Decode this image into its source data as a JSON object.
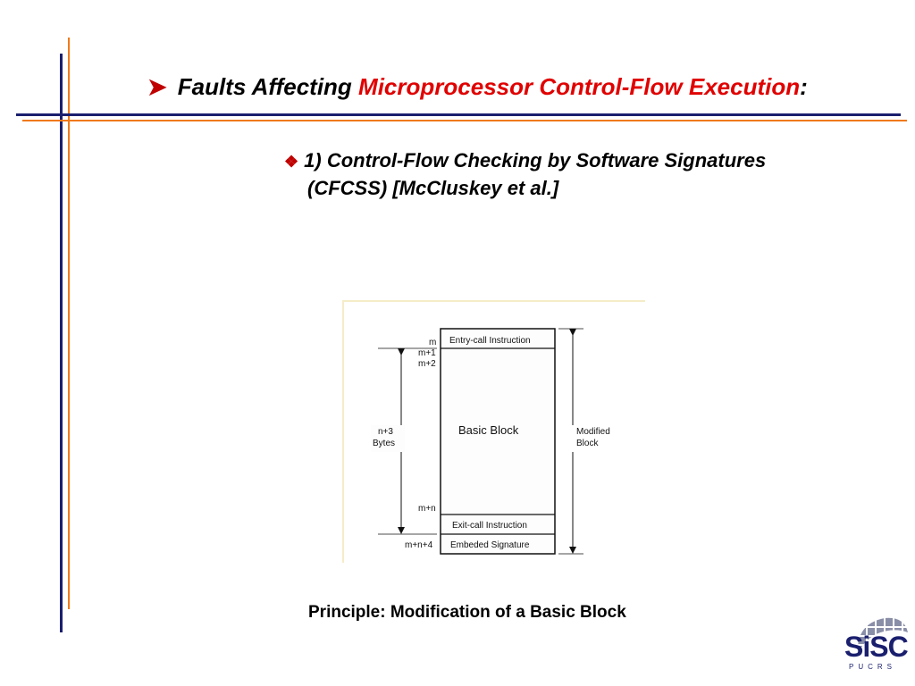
{
  "title": {
    "part1": "Faults Affecting ",
    "part2": "Microprocessor Control-Flow Execution",
    "part3": ":"
  },
  "subtitle": {
    "line1": "1) Control-Flow Checking by Software Signatures",
    "line2": "(CFCSS) [McCluskey et al.]"
  },
  "figure": {
    "addr_m": "m",
    "addr_m1": "m+1",
    "addr_m2": "m+2",
    "addr_mn": "m+n",
    "addr_mn4": "m+n+4",
    "entry": "Entry-call Instruction",
    "basic_block": "Basic Block",
    "exit": "Exit-call Instruction",
    "signature": "Embeded Signature",
    "bytes_line1": "n+3",
    "bytes_line2": "Bytes",
    "modified_line1": "Modified",
    "modified_line2": "Block"
  },
  "caption": "Principle: Modification of a Basic Block",
  "logo": {
    "name": "SiSC",
    "sub": "PUCRS"
  },
  "colors": {
    "navy": "#1a1f6e",
    "orange": "#f07a1a",
    "red": "#e00000"
  }
}
